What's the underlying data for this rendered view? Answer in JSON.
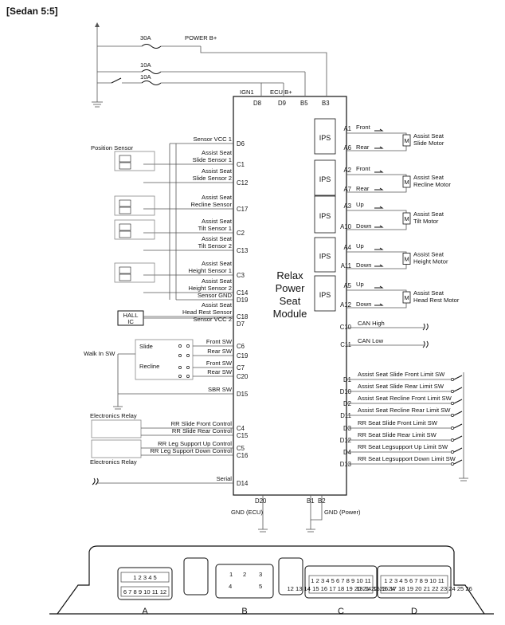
{
  "header": {
    "title": "[Sedan 5:5]"
  },
  "power": {
    "fuse1": "30A",
    "fuse2": "10A",
    "fuse3": "10A",
    "power_b": "POWER B+",
    "ign1": "IGN1",
    "ecu_b": "ECU B+"
  },
  "module": {
    "line1": "Relax",
    "line2": "Power",
    "line3": "Seat",
    "line4": "Module",
    "ips": "IPS",
    "gnd_ecu": "GND (ECU)",
    "gnd_power": "GND (Power)"
  },
  "top_pins": [
    "D8",
    "D9",
    "B5",
    "B3"
  ],
  "bottom_pins": [
    "D20",
    "B1",
    "B2"
  ],
  "left_labels": {
    "position_sensor": "Position Sensor",
    "walk_in_sw": "Walk In SW",
    "slide": "Slide",
    "recline": "Recline",
    "electronics_relay_1": "Electronics Relay",
    "electronics_relay_2": "Electronics Relay",
    "hall_ic_1": "HALL",
    "hall_ic_2": "IC"
  },
  "left_signals": [
    {
      "l1": "",
      "l2": "Sensor VCC 1",
      "pin": "D6"
    },
    {
      "l1": "Assist Seat",
      "l2": "Slide Sensor 1",
      "pin": "C1"
    },
    {
      "l1": "Assist Seat",
      "l2": "Slide Sensor 2",
      "pin": "C12"
    },
    {
      "l1": "Assist Seat",
      "l2": "Recline Sensor",
      "pin": "C17"
    },
    {
      "l1": "Assist Seat",
      "l2": "Tilt Sensor 1",
      "pin": "C2"
    },
    {
      "l1": "Assist Seat",
      "l2": "Tilt Sensor 2",
      "pin": "C13"
    },
    {
      "l1": "Assist Seat",
      "l2": "Height Sensor 1",
      "pin": "C3"
    },
    {
      "l1": "Assist Seat",
      "l2": "Height Sensor 2",
      "pin": "C14"
    },
    {
      "l1": "",
      "l2": "Sensor GND",
      "pin": "D19"
    },
    {
      "l1": "Assist Seat",
      "l2": "Head Rest Sensor",
      "pin": "C18"
    },
    {
      "l1": "",
      "l2": "Sensor VCC 2",
      "pin": "D7"
    },
    {
      "l1": "",
      "l2": "Front SW",
      "pin": "C6"
    },
    {
      "l1": "",
      "l2": "Rear SW",
      "pin": "C19"
    },
    {
      "l1": "",
      "l2": "Front SW",
      "pin": "C7"
    },
    {
      "l1": "",
      "l2": "Rear SW",
      "pin": "C20"
    },
    {
      "l1": "",
      "l2": "SBR SW",
      "pin": "D15"
    },
    {
      "l1": "",
      "l2": "RR Slide Front Control",
      "pin": "C4"
    },
    {
      "l1": "",
      "l2": "RR Slide Rear Control",
      "pin": "C15"
    },
    {
      "l1": "",
      "l2": "RR Leg Support Up Control",
      "pin": "C5"
    },
    {
      "l1": "",
      "l2": "RR Leg Support Down Control",
      "pin": "C16"
    },
    {
      "l1": "",
      "l2": "Serial",
      "pin": "D14"
    }
  ],
  "motors": [
    {
      "p1": "A1",
      "p2": "A6",
      "s1": "Front",
      "s2": "Rear",
      "n1": "Assist Seat",
      "n2": "Slide Motor"
    },
    {
      "p1": "A2",
      "p2": "A7",
      "s1": "Front",
      "s2": "Rear",
      "n1": "Assist Seat",
      "n2": "Recline Motor"
    },
    {
      "p1": "A3",
      "p2": "A10",
      "s1": "Up",
      "s2": "Down",
      "n1": "Assist Seat",
      "n2": "Tilt Motor"
    },
    {
      "p1": "A4",
      "p2": "A11",
      "s1": "Up",
      "s2": "Down",
      "n1": "Assist Seat",
      "n2": "Height Motor"
    },
    {
      "p1": "A5",
      "p2": "A12",
      "s1": "Up",
      "s2": "Down",
      "n1": "Assist Seat",
      "n2": "Head Rest Motor"
    }
  ],
  "motor_symbol": "M",
  "can": [
    {
      "pin": "C10",
      "label": "CAN High"
    },
    {
      "pin": "C11",
      "label": "CAN Low"
    }
  ],
  "limits": [
    {
      "pin": "D1",
      "label": "Assist Seat Slide Front Limit SW"
    },
    {
      "pin": "D10",
      "label": "Assist Seat Slide Rear Limit SW"
    },
    {
      "pin": "D2",
      "label": "Assist Seat Recline Front Limit SW"
    },
    {
      "pin": "D11",
      "label": "Assist Seat Recline Rear Limit SW"
    },
    {
      "pin": "D3",
      "label": "RR Seat Slide Front Limit SW"
    },
    {
      "pin": "D12",
      "label": "RR Seat Slide Rear Limit SW"
    },
    {
      "pin": "D4",
      "label": "RR Seat Legsupport Up Limit SW"
    },
    {
      "pin": "D13",
      "label": "RR Seat Legsupport Down Limit SW"
    }
  ],
  "connectors": {
    "labels": [
      "A",
      "B",
      "C",
      "D"
    ],
    "a_top": "1 2 3 4 5",
    "a_bottom": "6 7 8 9 10 11 12",
    "b_top": [
      "1",
      "2",
      "3"
    ],
    "b_bottom": [
      "4",
      "5"
    ],
    "c_top": "1 2 3 4 5 6 7 8 9 10 11",
    "c_bottom": "12 13 14 15 16 17 18 19 20 21 22 23 24",
    "d_top": "1 2 3 4 5 6 7 8 9 10 11",
    "d_bottom": "13 14 15 16 17 18 19 20 21 22 23 24 25 26"
  }
}
